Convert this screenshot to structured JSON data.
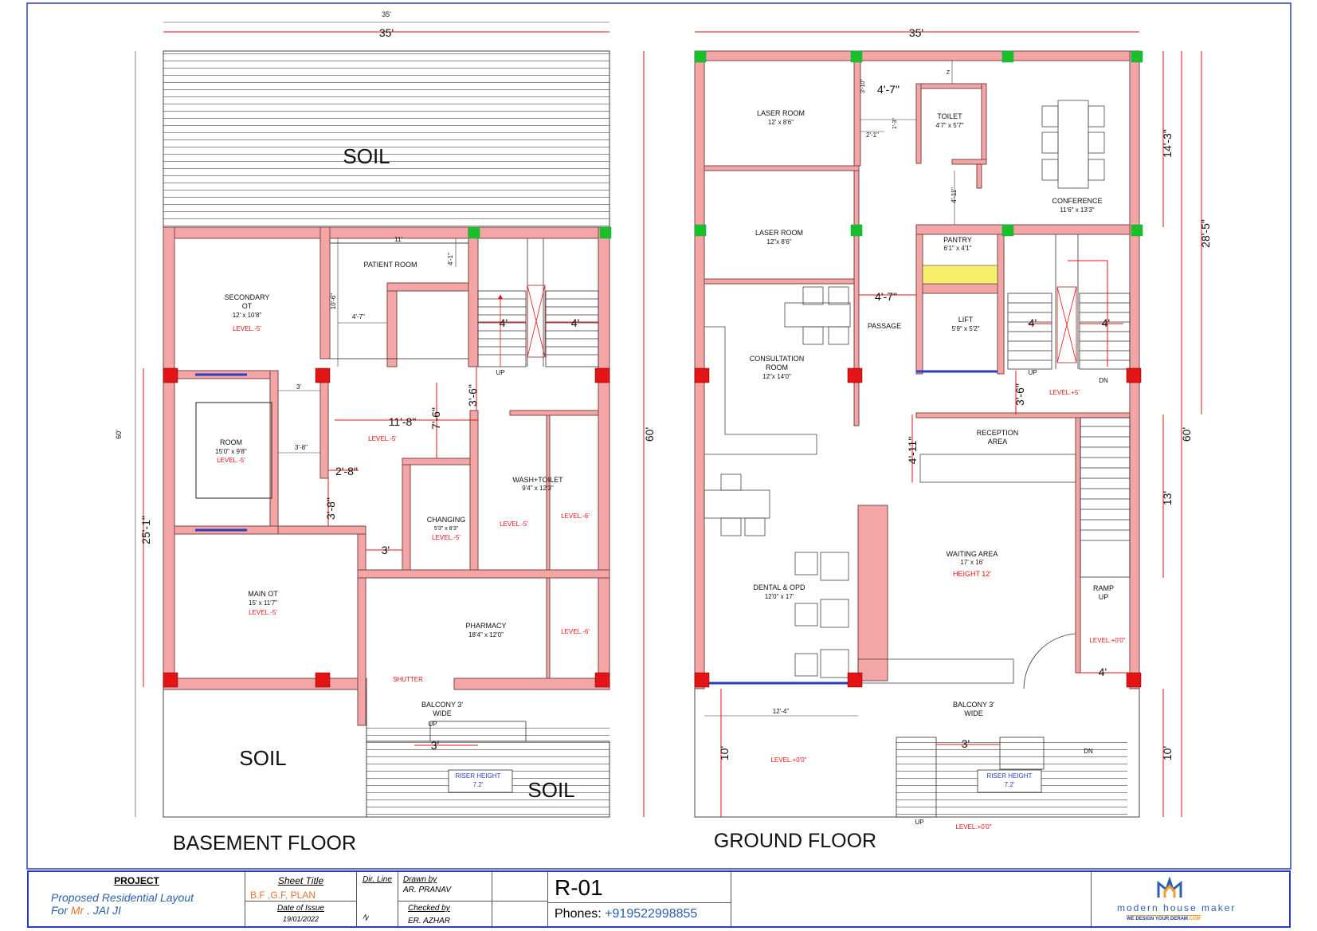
{
  "plans": {
    "basement": {
      "title": "BASEMENT FLOOR",
      "overall_width_small": "35'",
      "overall_width": "35'",
      "overall_depth_small": "60'",
      "overall_depth": "60'",
      "depth_partial": "25'-1\"",
      "soil_top": "SOIL",
      "soil_bottom_left": "SOIL",
      "soil_bottom_right": "SOIL",
      "rooms": {
        "secondary_ot": {
          "name": "SECONDARY",
          "name2": "OT",
          "size": "12' x 10'8\"",
          "level": "LEVEL.-5'"
        },
        "patient_room": {
          "name": "PATIENT ROOM"
        },
        "room": {
          "name": "ROOM",
          "size": "15'0\" x 9'8\"",
          "level": "LEVEL.-5'"
        },
        "main_ot": {
          "name": "MAIN OT",
          "size": "15' x 11'7\"",
          "level": "LEVEL.-5'"
        },
        "changing": {
          "name": "CHANGING",
          "size": "5'3\" x 8'3\"",
          "level": "LEVEL.-5'"
        },
        "wash_toilet": {
          "name": "WASH+TOILET",
          "size": "9'4\" x 12'3\"",
          "level": "LEVEL.-5'"
        },
        "pharmacy": {
          "name": "PHARMACY",
          "size": "18'4\" x 12'0\""
        },
        "balcony": {
          "name": "BALCONY 3'",
          "name2": "WIDE"
        }
      },
      "labels": {
        "level_passage": "LEVEL.-5'",
        "level_6a": "LEVEL.-6'",
        "level_6b": "LEVEL.-6'",
        "shutter": "SHUTTER",
        "up_stair": "UP",
        "up_balcony": "UP",
        "riser": "RISER HEIGHT",
        "riser_val": "7.2'"
      },
      "dims": {
        "d11": "11'",
        "d4_1": "4'-1\"",
        "d10_6": "10'-6\"",
        "d4_7": "4'-7\"",
        "d3": "3'",
        "d3_8": "3'-8\"",
        "d11_8": "11'-8\"",
        "d3_6": "3'-6\"",
        "d7_6": "7'-6\"",
        "d2_8": "2'-8\"",
        "d3_8b": "3'-8\"",
        "d3b": "3'",
        "d4a": "4'",
        "d4b": "4'",
        "d3c": "3'"
      }
    },
    "ground": {
      "title": "GROUND FLOOR",
      "overall_width": "35'",
      "overall_depth": "60'",
      "depth_28_5": "28'-5\"",
      "depth_14_3": "14'-3\"",
      "depth_13": "13'",
      "depth_10a": "10'",
      "depth_10b": "10'",
      "rooms": {
        "laser1": {
          "name": "LASER ROOM",
          "size": "12' x 8'6\""
        },
        "laser2": {
          "name": "LASER ROOM",
          "size": "12\"x 8'6\""
        },
        "toilet": {
          "name": "TOILET",
          "size": "4'7\" x 5'7\""
        },
        "conference": {
          "name": "CONFERENCE",
          "size": "11'6\" x 13'3\""
        },
        "pantry": {
          "name": "PANTRY",
          "size": "6'1\" x 4'1\""
        },
        "lift": {
          "name": "LIFT",
          "size": "5'9\" x 5'2\""
        },
        "consultation": {
          "name": "CONSULTATION",
          "name2": "ROOM",
          "size": "12\"x 14'0\""
        },
        "passage": {
          "name": "PASSAGE"
        },
        "reception": {
          "name": "RECEPTION",
          "name2": "AREA"
        },
        "waiting": {
          "name": "WAITING AREA",
          "size": "17' x 16'",
          "height": "HEIGHT 12'"
        },
        "dental": {
          "name": "DENTAL & OPD",
          "size": "12'0\" x 17'"
        },
        "ramp": {
          "name": "RAMP",
          "name2": "UP"
        },
        "balcony": {
          "name": "BALCONY 3'",
          "name2": "WIDE"
        }
      },
      "labels": {
        "level_5": "LEVEL.+5'",
        "level_0a": "LEVEL.+0'0\"",
        "level_0b": "LEVEL.+0'0\"",
        "level_0c": "LEVEL.+0'0\"",
        "up_stair": "UP",
        "dn_stair": "DN",
        "up_bottom": "UP",
        "dn_balcony": "DN",
        "riser": "RISER HEIGHT",
        "riser_val": "7.2'",
        "z": "Z"
      },
      "dims": {
        "d3_10": "3'-10\"",
        "d4_7_top": "4'-7\"",
        "d1_3": "1'-3\"",
        "d2_1": "2'-1\"",
        "d4_11a": "4'-11\"",
        "d4_7": "4'-7\"",
        "d3_6": "3'-6\"",
        "d4_11b": "4'-11\"",
        "d4a": "4'",
        "d4b": "4'",
        "d4c": "4'",
        "d12_4": "12'-4\"",
        "d3": "3'"
      }
    }
  },
  "titleblock": {
    "project_head": "PROJECT",
    "project_line1": "Proposed Residential Layout",
    "project_line2_pre": "For ",
    "project_line2_mr": "Mr",
    "project_line2_name": " . JAI JI",
    "sheet_title_head": "Sheet Title",
    "sheet_title": "B.F ,G.F, PLAN",
    "date_head": "Date of Issue",
    "date": "19/01/2022",
    "dir_head": "Dir. Line",
    "north": "N",
    "drawn_head": "Drawn  by",
    "drawn": "AR. PRANAV",
    "checked_head": "Checked by",
    "checked": "ER. AZHAR",
    "sheet_no": "R-01",
    "phones_label": "Phones:",
    "phones": "+919522998855",
    "logo_text": "modern house maker",
    "logo_sub_pre": "WE DESIGN YOUR DERAM",
    "logo_sub_com": ".COM"
  },
  "colors": {
    "wall": "#f4a5a5",
    "wall_stroke": "#7a4848",
    "column": "#e41414",
    "column_green": "#1cbf2a",
    "dim_red": "#e41414",
    "pantry_yellow": "#f7ef6c",
    "frame_blue": "#2b3fbd",
    "project_blue": "#2b5fad",
    "sheet_title_orange": "#e0742a"
  }
}
